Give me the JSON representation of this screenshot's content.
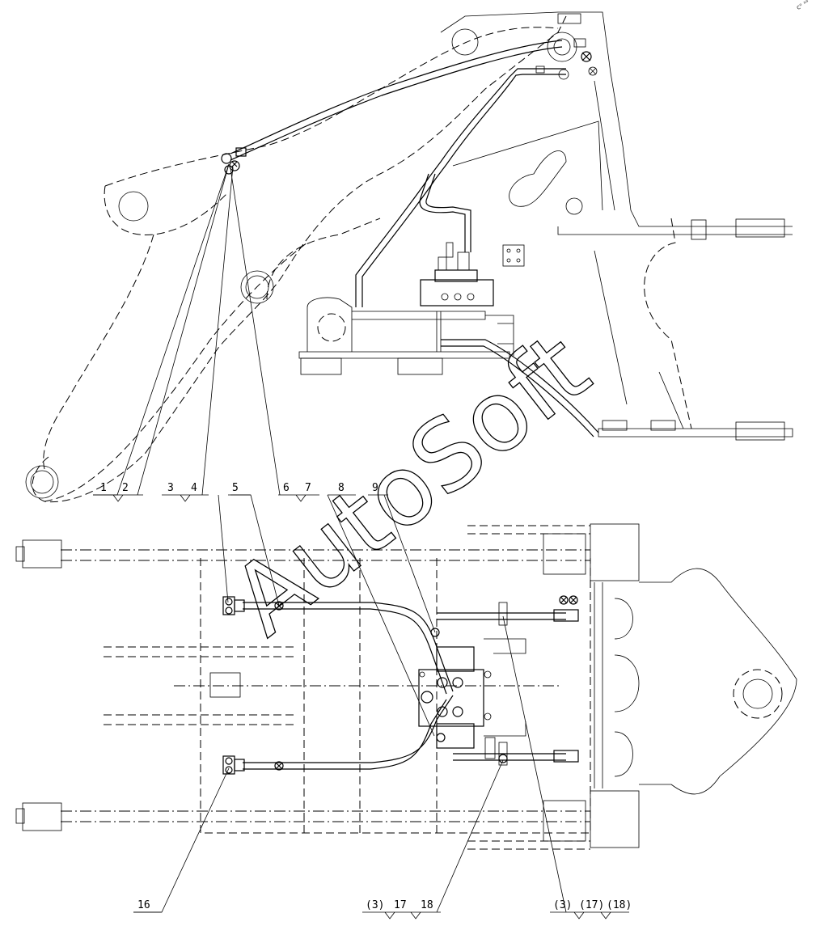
{
  "watermark": "AutoSoft",
  "corner_mark": "cᵒ ᵃᵃ",
  "top_labels": [
    {
      "text": "1",
      "group": "a"
    },
    {
      "text": "2",
      "group": "a"
    },
    {
      "text": "3",
      "group": "b"
    },
    {
      "text": "4",
      "group": "b"
    },
    {
      "text": "5",
      "group": "c"
    },
    {
      "text": "6",
      "group": "d"
    },
    {
      "text": "7",
      "group": "d"
    },
    {
      "text": "8",
      "group": "e"
    },
    {
      "text": "9",
      "group": "f"
    }
  ],
  "bottom_labels": [
    {
      "text": "16"
    },
    {
      "text": "(3)"
    },
    {
      "text": "17"
    },
    {
      "text": "18"
    },
    {
      "text": "(3)"
    },
    {
      "text": "(17)"
    },
    {
      "text": "(18)"
    }
  ]
}
